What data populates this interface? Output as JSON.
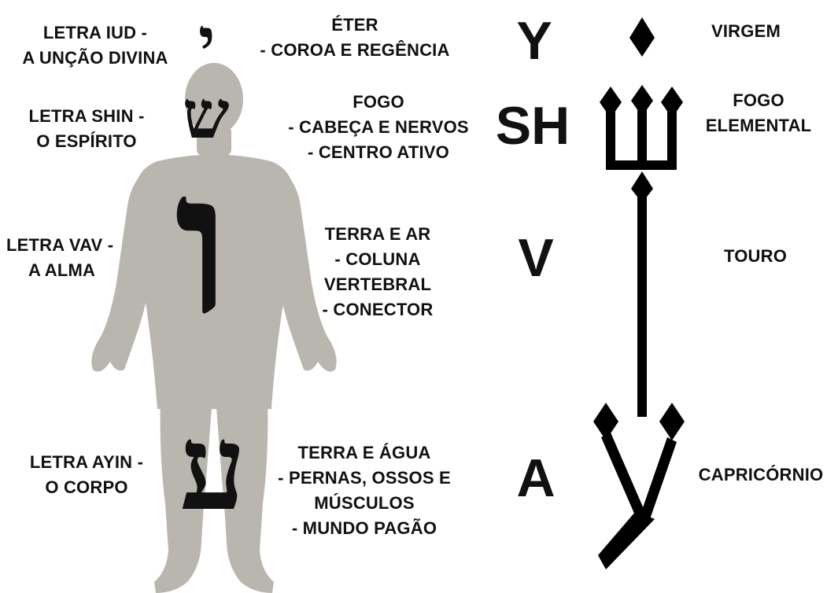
{
  "letters": [
    {
      "key": "iud",
      "name_lines": [
        "LETRA IUD -",
        "A UNÇÃO DIVINA"
      ],
      "hebrew": "י",
      "element_lines": [
        "ÉTER",
        "- COROA E REGÊNCIA"
      ],
      "latin": "Y",
      "sign_lines": [
        "VIRGEM"
      ]
    },
    {
      "key": "shin",
      "name_lines": [
        "LETRA SHIN -",
        "O ESPÍRITO"
      ],
      "hebrew": "ש",
      "element_lines": [
        "FOGO",
        "- CABEÇA E NERVOS",
        "- CENTRO ATIVO"
      ],
      "latin": "SH",
      "sign_lines": [
        "FOGO",
        "ELEMENTAL"
      ]
    },
    {
      "key": "vav",
      "name_lines": [
        "LETRA VAV -",
        "A ALMA"
      ],
      "hebrew": "ו",
      "element_lines": [
        "TERRA E AR",
        "- COLUNA",
        "VERTEBRAL",
        "- CONECTOR"
      ],
      "latin": "V",
      "sign_lines": [
        "TOURO"
      ]
    },
    {
      "key": "ayin",
      "name_lines": [
        "LETRA AYIN -",
        "O CORPO"
      ],
      "hebrew": "ע",
      "element_lines": [
        "TERRA E ÁGUA",
        "- PERNAS, OSSOS E",
        "MÚSCULOS",
        "- MUNDO PAGÃO"
      ],
      "latin": "A",
      "sign_lines": [
        "CAPRICÓRNIO"
      ]
    }
  ],
  "colors": {
    "body_silhouette": "#b9b6b0",
    "symbol": "#000000",
    "text": "#111111"
  },
  "icons": {
    "body": "human-body-silhouette",
    "symbol": "trident-staff-with-diamonds"
  }
}
